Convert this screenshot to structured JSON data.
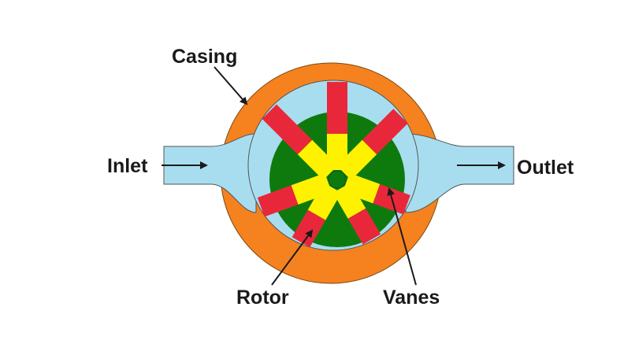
{
  "labels": {
    "casing": "Casing",
    "inlet": "Inlet",
    "outlet": "Outlet",
    "rotor": "Rotor",
    "vanes": "Vanes"
  },
  "colors": {
    "casing": "#F5821F",
    "fluid": "#A8DDF0",
    "rotor": "#0E7A0E",
    "vane_outer": "#E8283A",
    "vane_inner": "#FFF200",
    "outline": "#1a1a1a"
  }
}
